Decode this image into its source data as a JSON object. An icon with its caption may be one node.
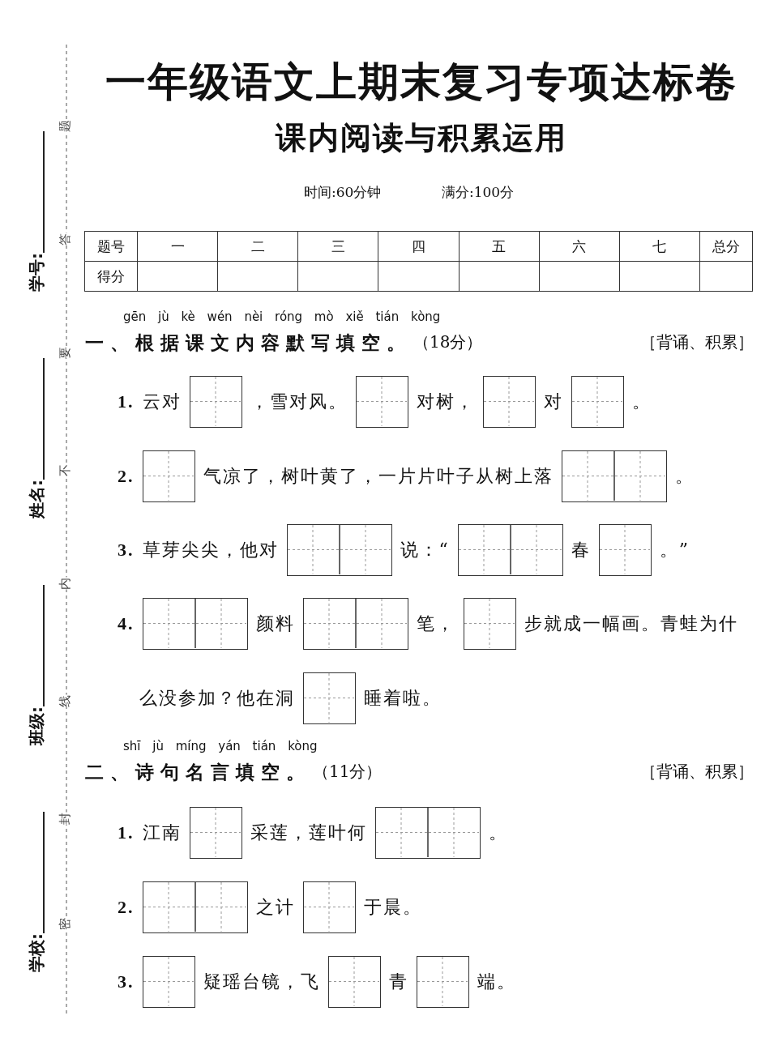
{
  "diagram": {
    "title": "一年级语文上期末复习专项达标卷",
    "labels": [
      "学号:",
      "姓名:",
      "班级:",
      "学校:",
      "题",
      "答",
      "要",
      "不",
      "内",
      "线",
      "封",
      "密",
      "课内阅读与积累运用",
      "时间:60分钟",
      "满分:100分",
      "题号",
      "一",
      "二",
      "三",
      "四",
      "五",
      "六",
      "七",
      "总分",
      "得分",
      "gēn jù kè wén nèi róng mò xiě tián kòng",
      "一、根据课文内容默写填空。",
      "（18分）",
      "［背诵、积累］",
      "1.",
      "云对",
      "，雪对风。",
      "对树，",
      "对",
      "。",
      "2.",
      "气凉了，树叶黄了，一片片叶子从树上落",
      "。",
      "3.",
      "草芽尖尖，他对",
      "说：“",
      "春",
      "。”",
      "4.",
      "颜料",
      "笔，",
      "步就成一幅画。青蛙为什",
      "么没参加？他在洞",
      "睡着啦。",
      "shī jù míng yán tián kòng",
      "二、诗句名言填空。",
      "（11分）",
      "［背诵、积累］",
      "1.",
      "江南",
      "采莲，莲叶何",
      "。",
      "2.",
      "之计",
      "于晨。",
      "3.",
      "疑瑶台镜，飞",
      "青",
      "端。"
    ]
  }
}
